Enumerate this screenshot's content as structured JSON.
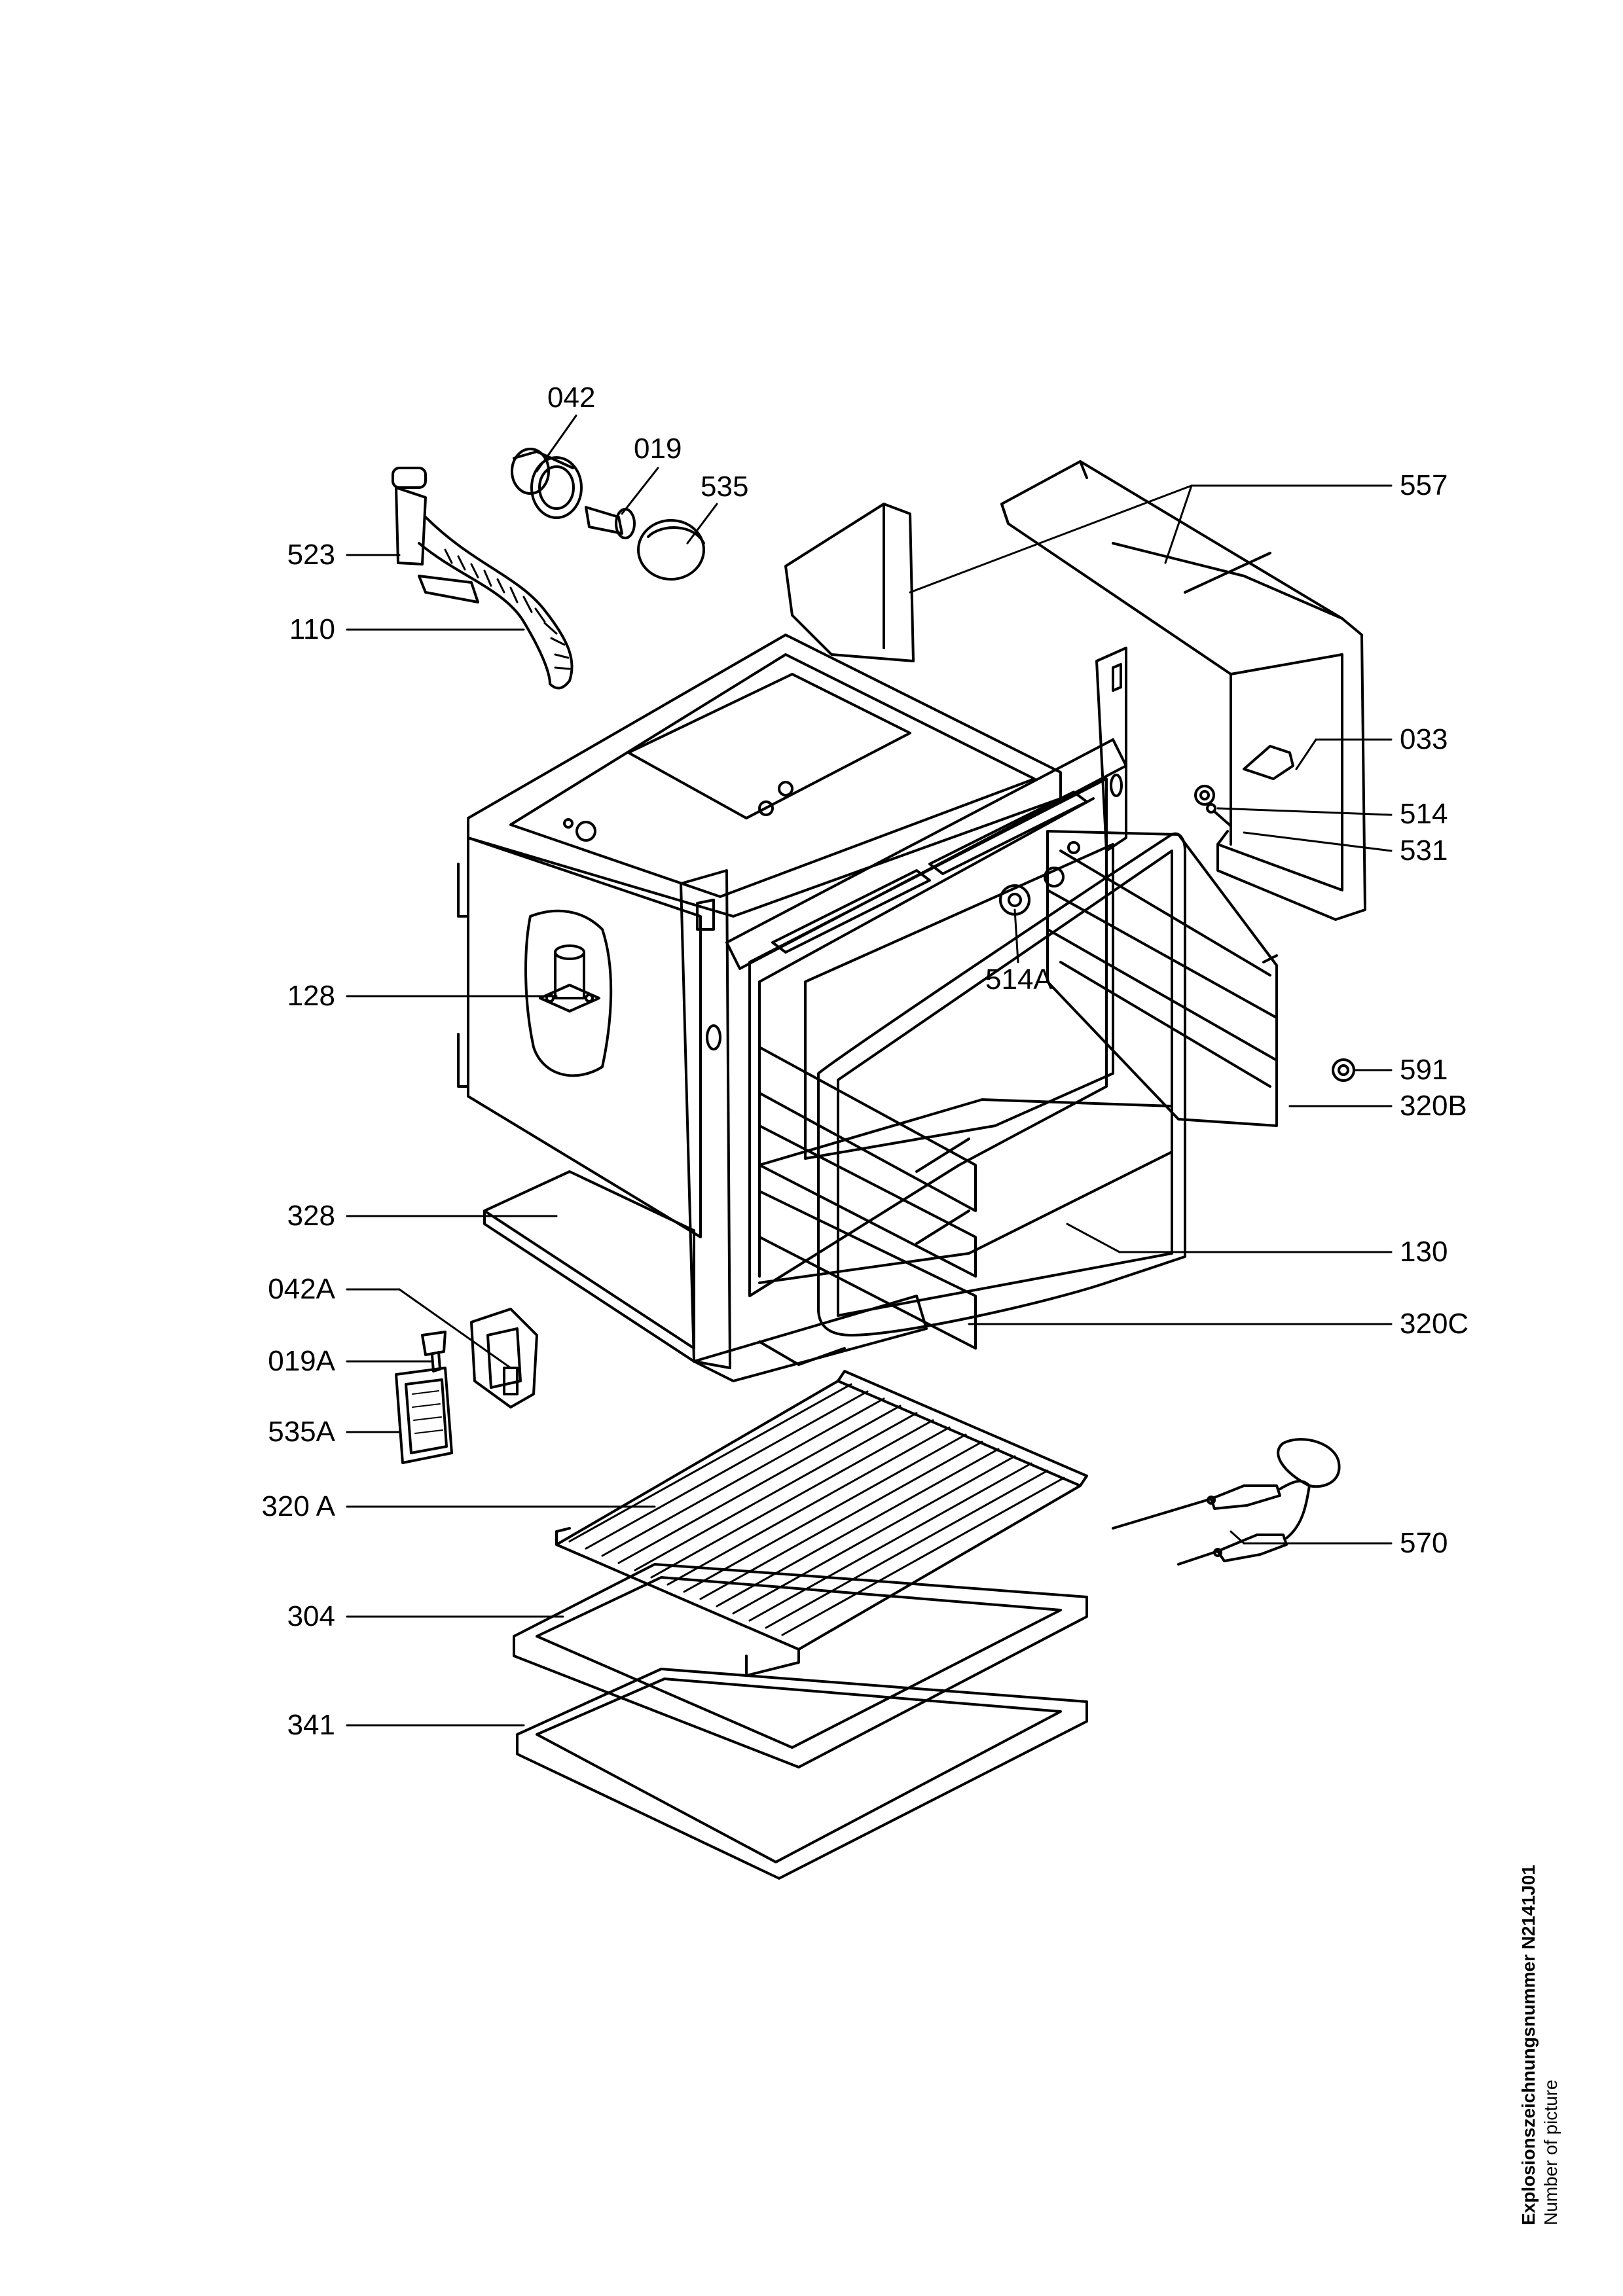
{
  "labels": {
    "p042": "042",
    "p019": "019",
    "p535": "535",
    "p557": "557",
    "p523": "523",
    "p110": "110",
    "p033": "033",
    "p514": "514",
    "p531": "531",
    "p128": "128",
    "p514A": "514A",
    "p591": "591",
    "p320B": "320B",
    "p328": "328",
    "p130": "130",
    "p042A": "042A",
    "p320C": "320C",
    "p019A": "019A",
    "p535A": "535A",
    "p320A": "320 A",
    "p570": "570",
    "p304": "304",
    "p341": "341"
  },
  "footer": {
    "explosion_number": "Explosionszeichnungsnummer N2141J01",
    "number_of_picture": "Number of picture"
  }
}
